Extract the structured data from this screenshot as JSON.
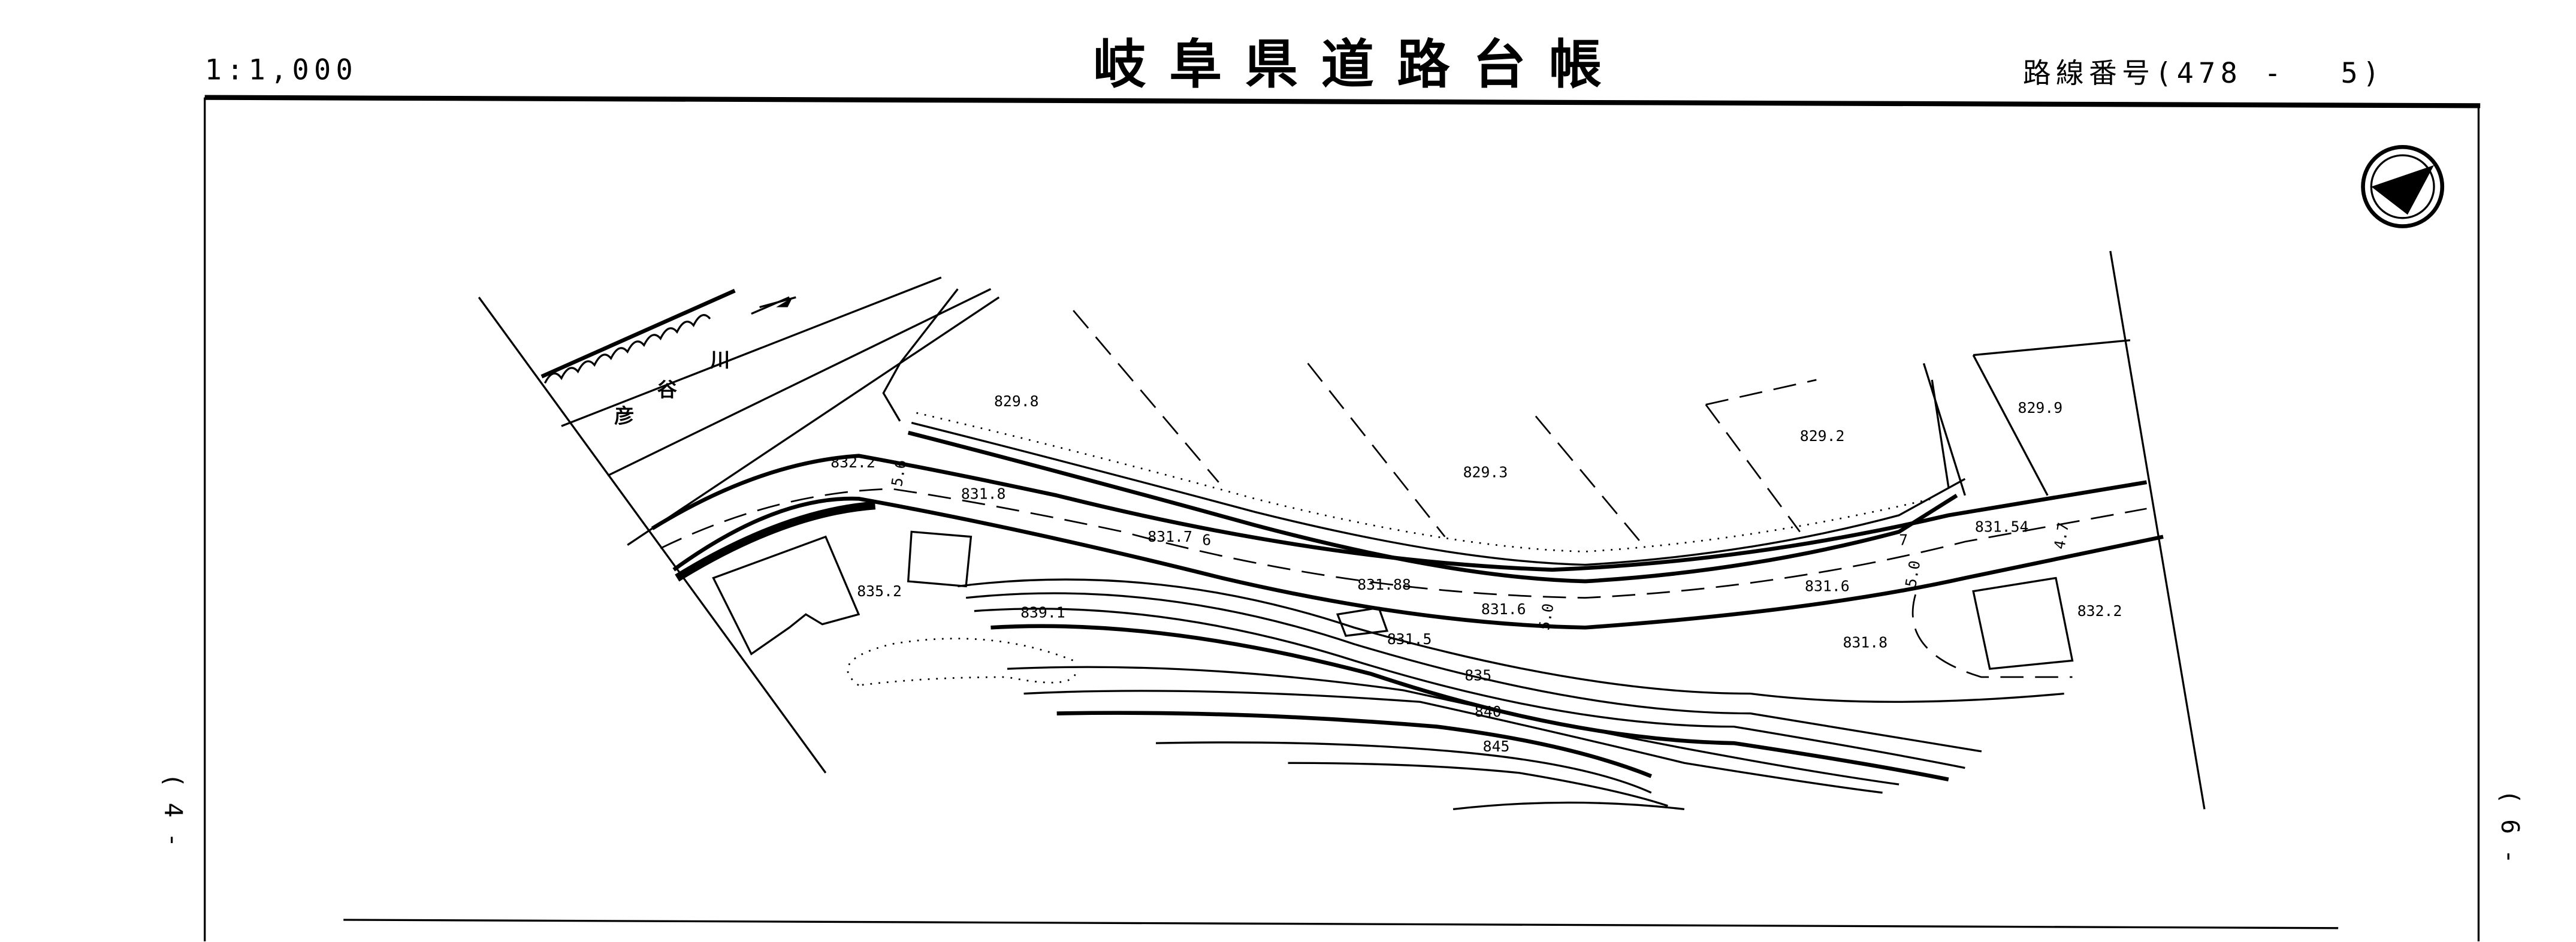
{
  "header": {
    "scale": "1:1,000",
    "title": "岐阜県道路台帳",
    "route_label": "路線番号(478 -　 5)"
  },
  "side_marks": {
    "left": "( 4 -",
    "right": "( 6 -"
  },
  "map": {
    "river_name": [
      "彦",
      "谷",
      "川"
    ],
    "elevations": [
      "829.8",
      "832.2",
      "831.8",
      "835.2",
      "839.1",
      "831.7",
      "831.88",
      "831.6",
      "831.5",
      "829.3",
      "829.2",
      "829.9",
      "831.54",
      "831.6",
      "831.8",
      "832.2"
    ],
    "widths": [
      "5.6",
      "6",
      "5.0",
      "5.0",
      "7",
      "4.7"
    ],
    "contours": [
      "835",
      "840",
      "845"
    ],
    "north_arrow_icon": "north-arrow-icon"
  }
}
